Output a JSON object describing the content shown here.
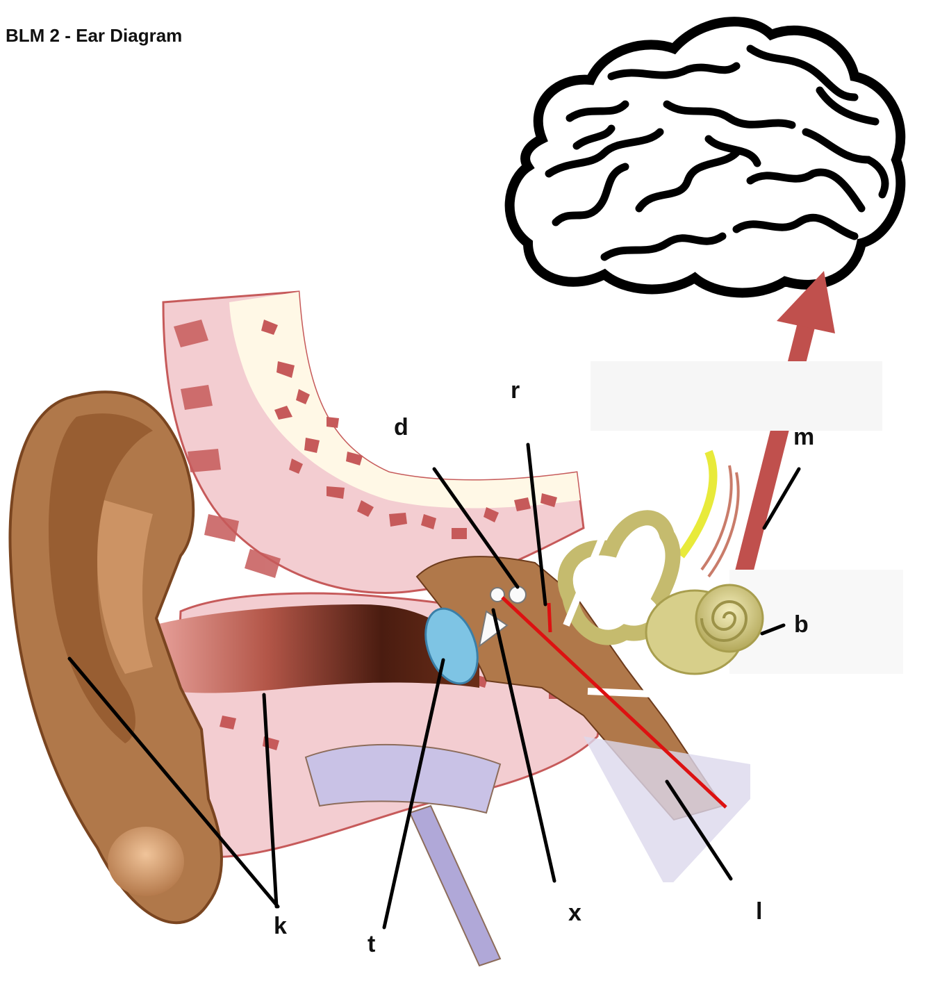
{
  "title": "BLM 2 - Ear Diagram",
  "labels": {
    "r": "r",
    "d": "d",
    "m": "m",
    "b": "b",
    "x": "x",
    "l": "l",
    "k": "k",
    "t": "t"
  },
  "colors": {
    "skin": "#b0784a",
    "bone": "#f6d2d6",
    "bone_dark": "#c65a5a",
    "canal": "#5a2a18",
    "eardrum": "#7ec4e4",
    "inner_ear": "#d7cf8a",
    "arrow": "#c0504d",
    "nerve": "#e8ea3a",
    "pointer_red": "#dd1111"
  }
}
